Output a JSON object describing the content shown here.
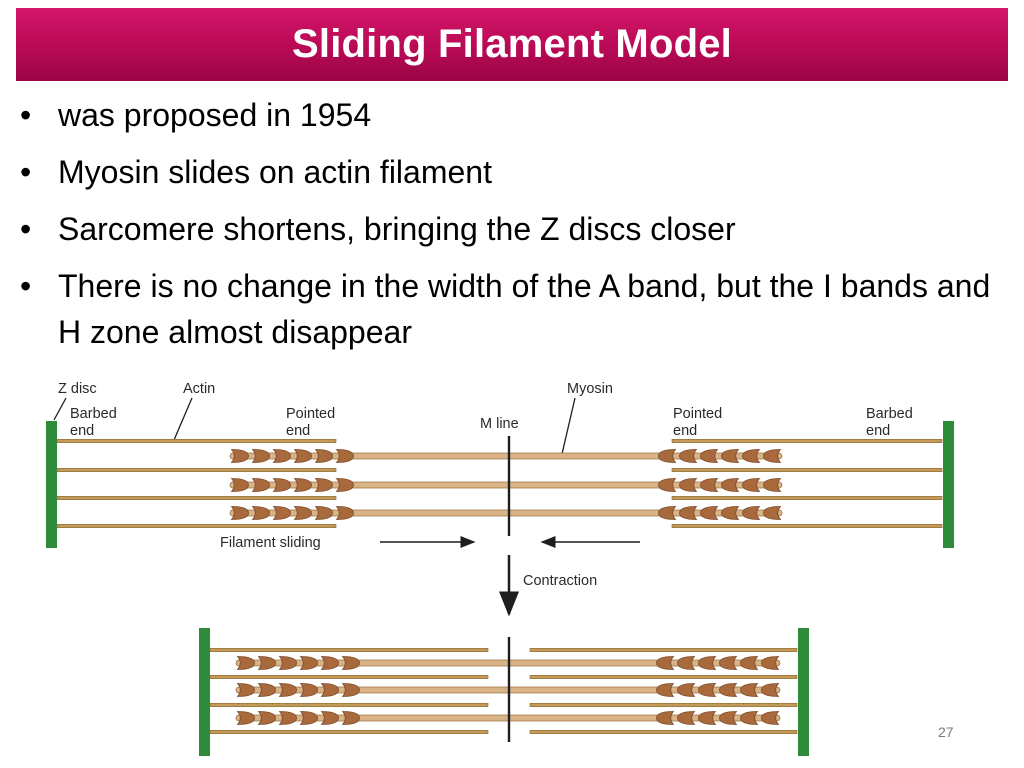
{
  "slide": {
    "title": "Sliding Filament Model",
    "bullets": [
      "was proposed in 1954",
      "Myosin slides on actin filament",
      "Sarcomere shortens, bringing the Z discs closer",
      "There is no change in the width of the A band, but the I bands and H zone almost disappear"
    ],
    "bullet_glyph": "•",
    "page_number": "27"
  },
  "diagram": {
    "labels": {
      "z_disc": "Z disc",
      "actin": "Actin",
      "barbed_end_left_1": "Barbed",
      "barbed_end_left_2": "end",
      "pointed_end_left_1": "Pointed",
      "pointed_end_left_2": "end",
      "m_line": "M line",
      "myosin": "Myosin",
      "pointed_end_right_1": "Pointed",
      "pointed_end_right_2": "end",
      "barbed_end_right_1": "Barbed",
      "barbed_end_right_2": "end",
      "filament_sliding": "Filament sliding",
      "contraction": "Contraction"
    },
    "colors": {
      "title_bar": "#b80a55",
      "z_disc": "#2f8b3c",
      "actin": "#c49a5a",
      "myosin_shaft": "#d9b486",
      "myosin_head": "#a86a3c",
      "line": "#1e1e1e"
    }
  }
}
